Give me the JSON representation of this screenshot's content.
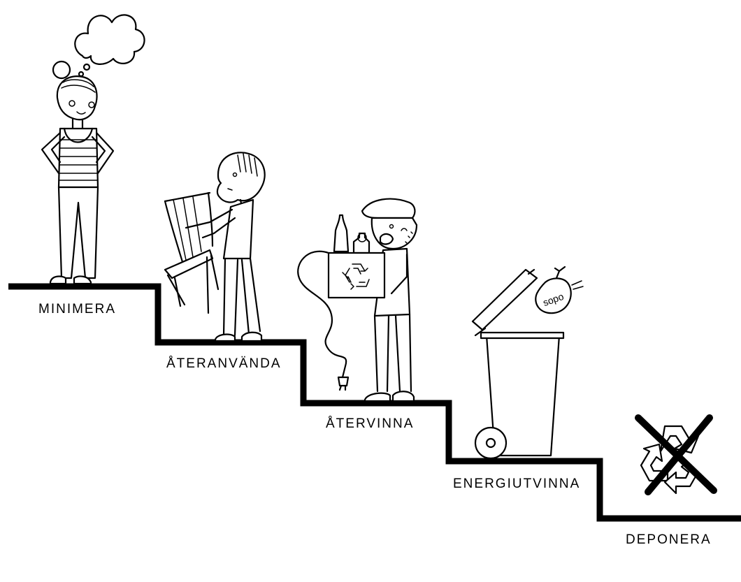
{
  "steps": [
    {
      "label": "MINIMERA"
    },
    {
      "label": "ÅTERANVÄNDA"
    },
    {
      "label": "ÅTERVINNA"
    },
    {
      "label": "ENERGIUTVINNA"
    },
    {
      "label": "DEPONERA"
    }
  ],
  "bag_text": "sopo",
  "colors": {
    "line": "#000000",
    "background": "#ffffff"
  }
}
